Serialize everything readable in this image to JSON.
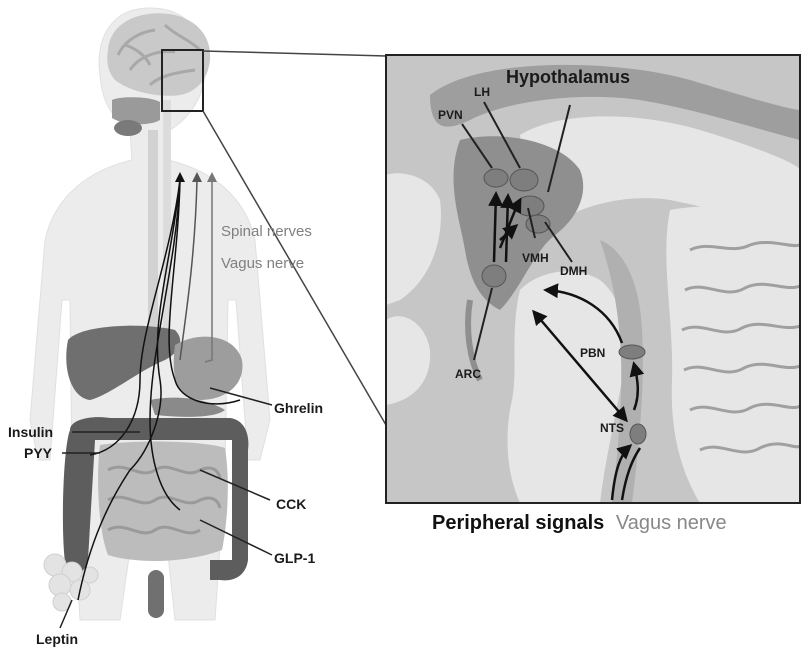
{
  "body_labels": {
    "spinal": "Spinal nerves",
    "vagus": "Vagus nerve",
    "ghrelin": "Ghrelin",
    "insulin": "Insulin",
    "pyy": "PYY",
    "cck": "CCK",
    "glp1": "GLP-1",
    "leptin": "Leptin"
  },
  "brain_labels": {
    "hypothalamus": "Hypothalamus",
    "pvn": "PVN",
    "lh": "LH",
    "vmh": "VMH",
    "dmh": "DMH",
    "arc": "ARC",
    "pbn": "PBN",
    "nts": "NTS"
  },
  "caption": {
    "peripheral": "Peripheral signals",
    "vagus": "Vagus nerve"
  }
}
